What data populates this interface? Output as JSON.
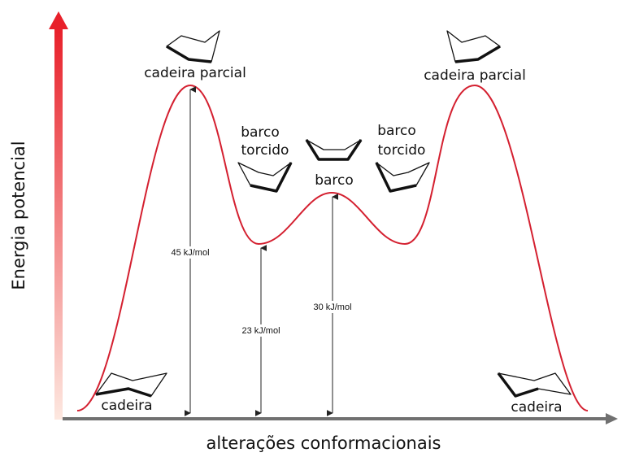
{
  "axes": {
    "y_label": "Energia potencial",
    "x_label": "alterações conformacionais"
  },
  "states": {
    "chair_left": "cadeira",
    "half_chair_left": "cadeira parcial",
    "twist_boat_left_line1": "barco",
    "twist_boat_left_line2": "torcido",
    "boat": "barco",
    "twist_boat_right_line1": "barco",
    "twist_boat_right_line2": "torcido",
    "half_chair_right": "cadeira parcial",
    "chair_right": "cadeira"
  },
  "energies": {
    "half_chair": "45 kJ/mol",
    "twist_boat": "23 kJ/mol",
    "boat": "30 kJ/mol"
  },
  "colors": {
    "curve": "#d42030",
    "axis_arrow_top": "#e8202a",
    "axis_arrow_bottom": "#fde8e0",
    "x_axis": "#707070"
  }
}
